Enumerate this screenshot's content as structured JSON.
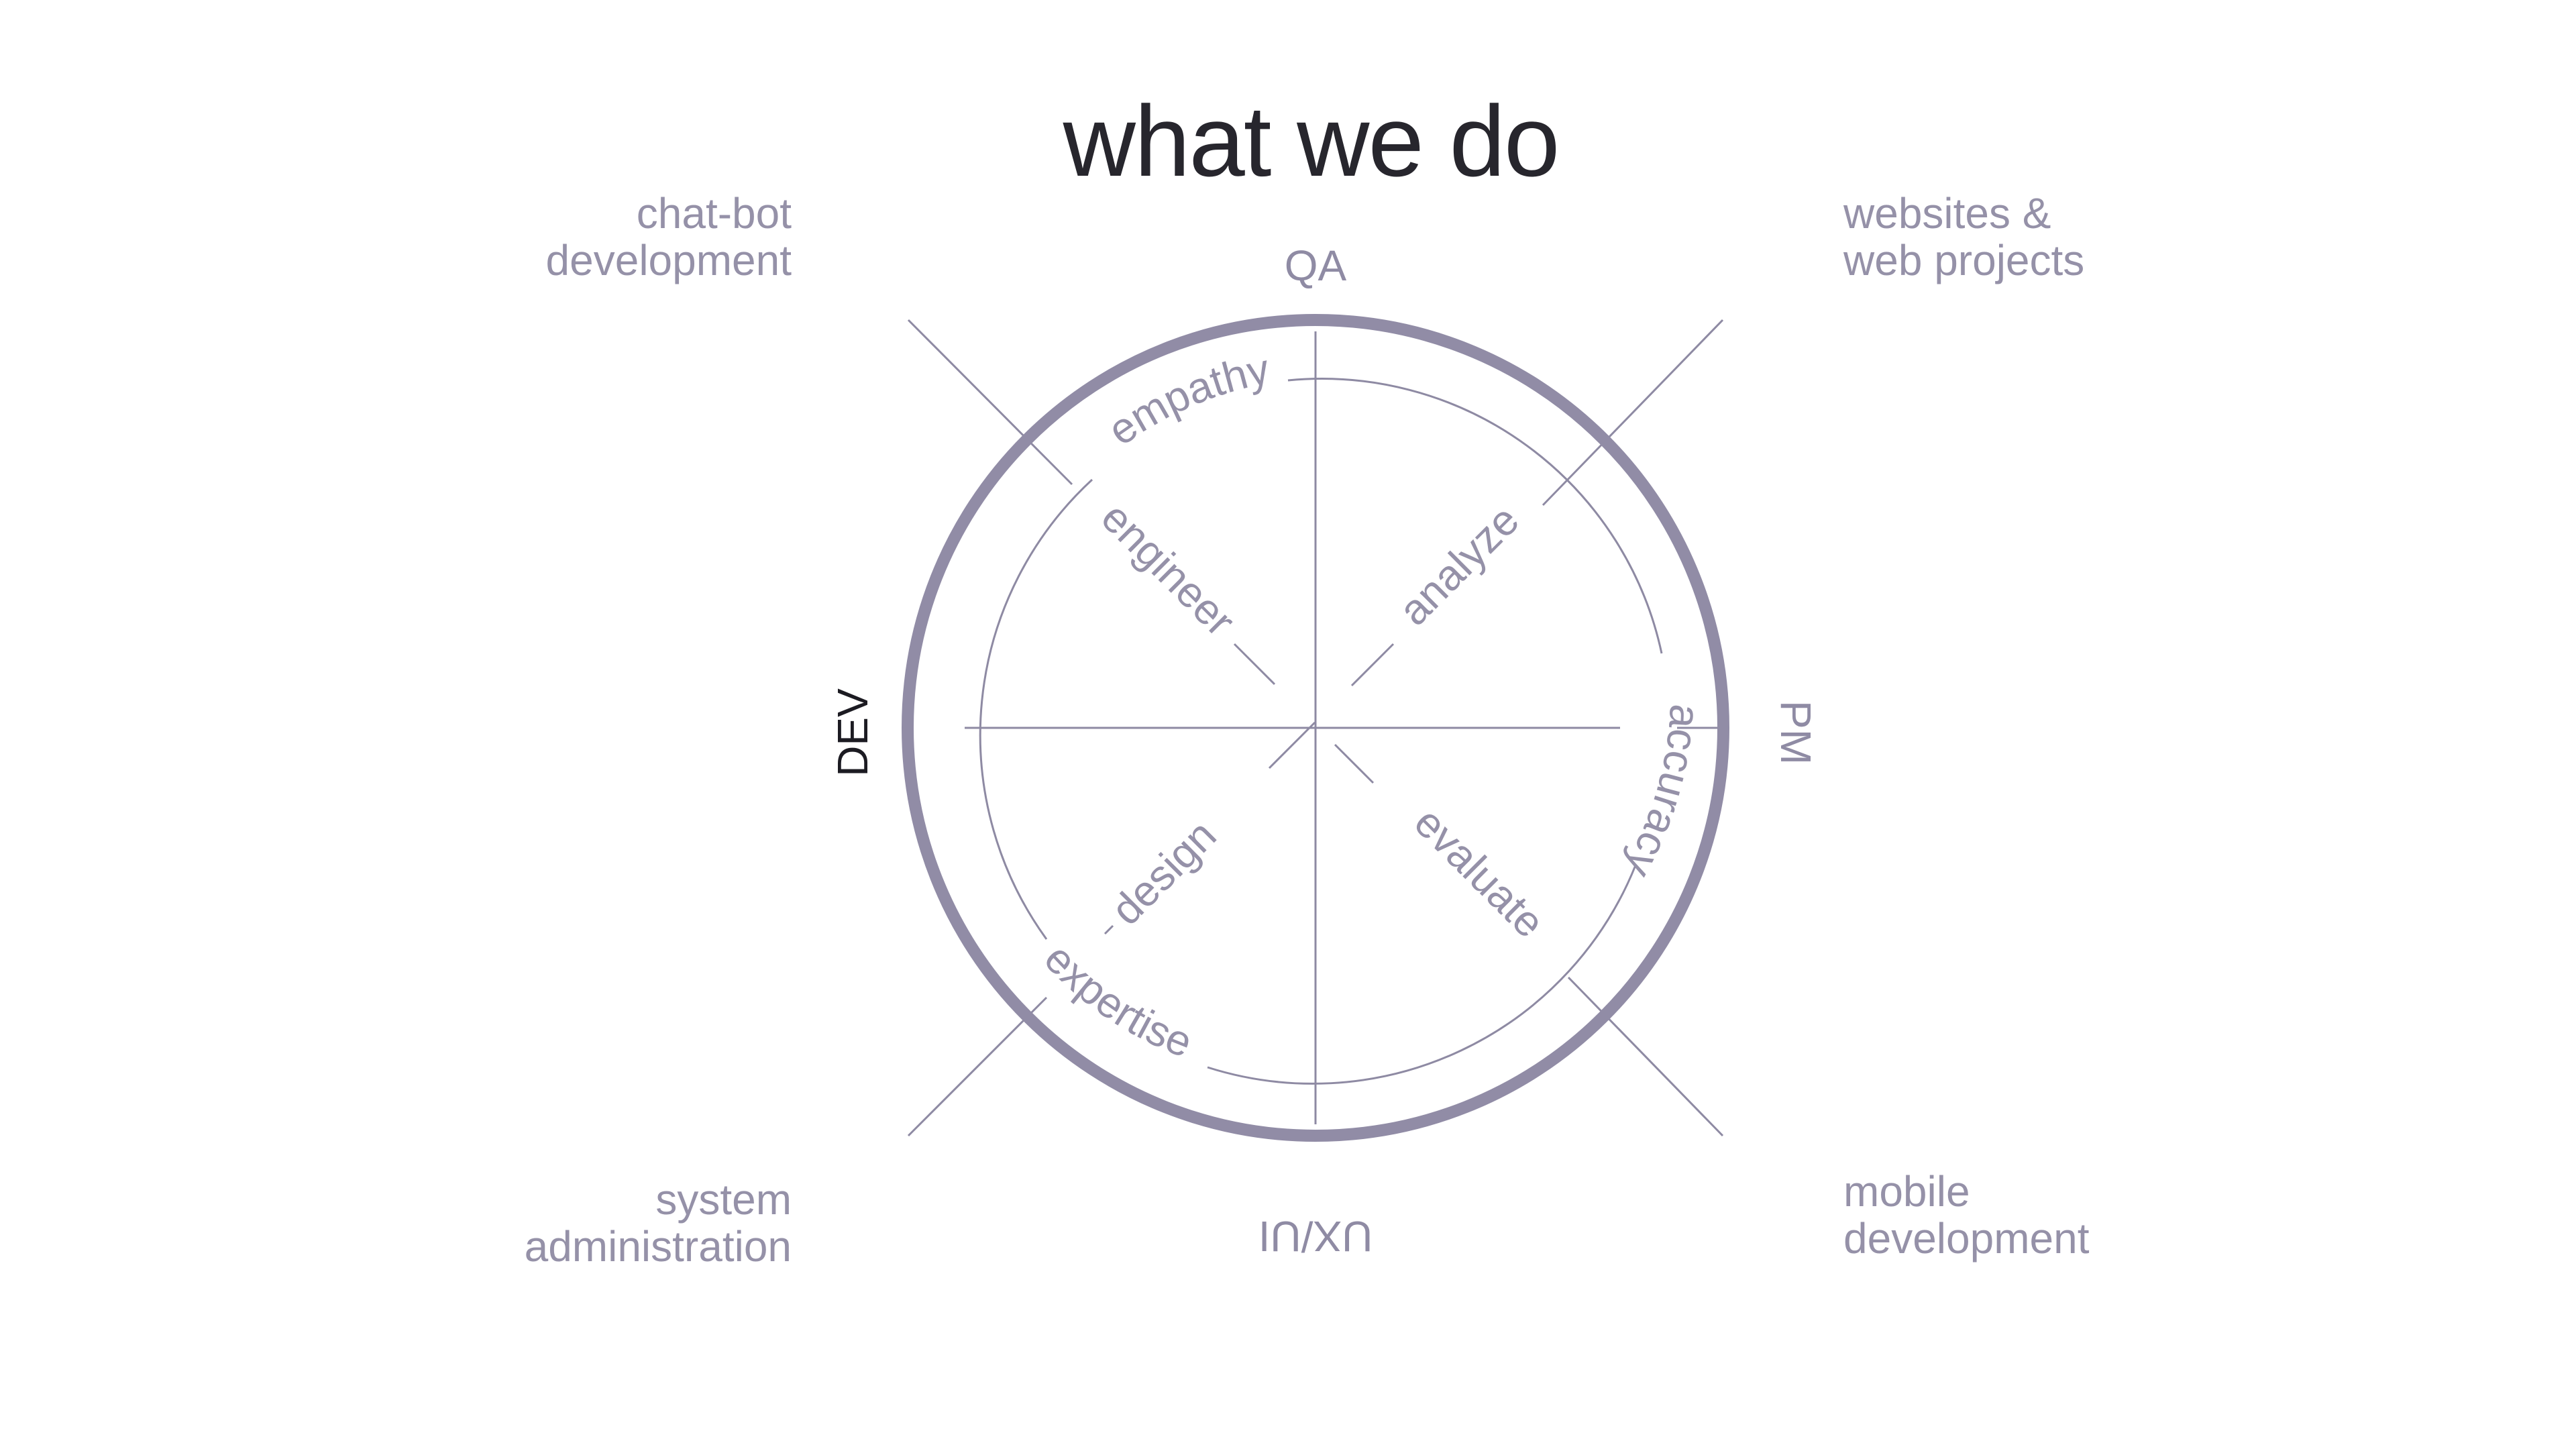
{
  "title": "what we do",
  "corners": {
    "top_left": [
      "chat-bot",
      "development"
    ],
    "top_right": [
      "websites &",
      "web projects"
    ],
    "bottom_left": [
      "system",
      "administration"
    ],
    "bottom_right": [
      "mobile",
      "development"
    ]
  },
  "axes": {
    "top": "QA",
    "right": "PM",
    "bottom": "UX/UI",
    "left": "DEV"
  },
  "active_axis": "left",
  "traits": {
    "empathy": "empathy",
    "accuracy": "accuracy",
    "expertise": "expertise",
    "engineer": "engineer",
    "analyze": "analyze",
    "design": "design",
    "evaluate": "evaluate"
  },
  "colors": {
    "title": "#27262d",
    "ring": "#918ca6",
    "lines": "#8e8aa3",
    "muted_text": "#9591a8",
    "active_text": "#1c1b22",
    "background": "#ffffff"
  }
}
